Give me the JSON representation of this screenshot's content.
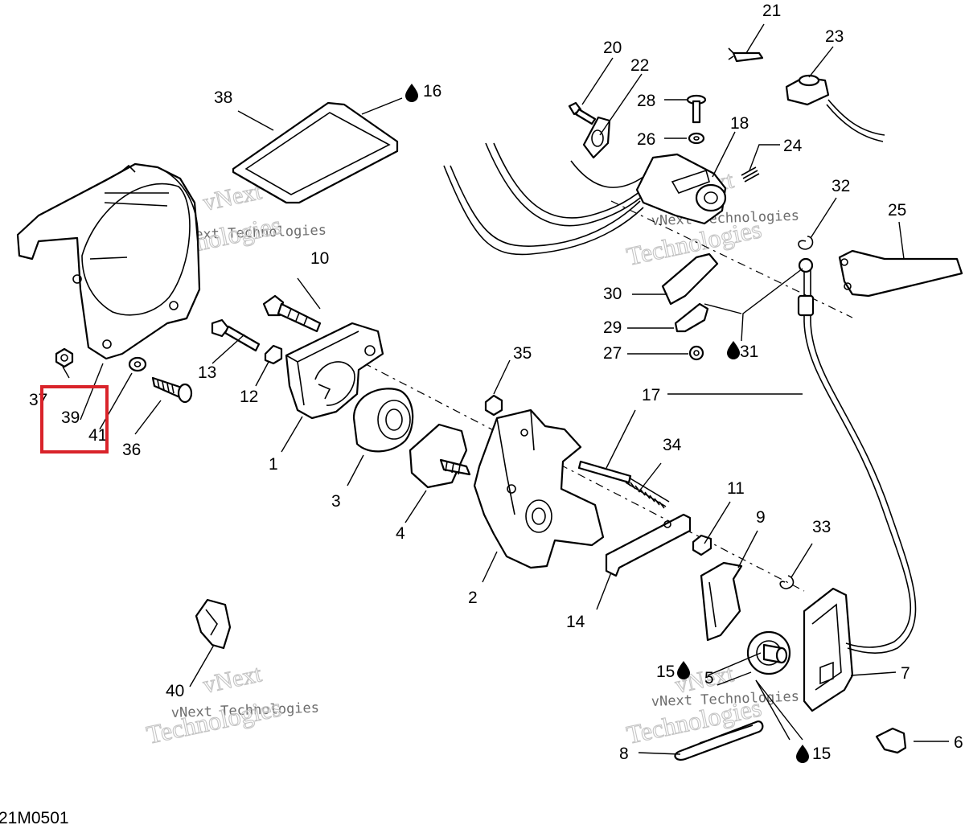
{
  "diagram": {
    "figure_code": "21M0501",
    "watermark": {
      "line1": "vNext",
      "line2": "vNext Technologies",
      "line3": "Technologies"
    },
    "highlight_color": "#d9232a",
    "callouts": [
      {
        "id": "c1",
        "text": "1"
      },
      {
        "id": "c2",
        "text": "2"
      },
      {
        "id": "c3",
        "text": "3"
      },
      {
        "id": "c4",
        "text": "4"
      },
      {
        "id": "c5",
        "text": "5"
      },
      {
        "id": "c6",
        "text": "6"
      },
      {
        "id": "c7",
        "text": "7"
      },
      {
        "id": "c8",
        "text": "8"
      },
      {
        "id": "c9",
        "text": "9"
      },
      {
        "id": "c10",
        "text": "10"
      },
      {
        "id": "c11",
        "text": "11"
      },
      {
        "id": "c12",
        "text": "12"
      },
      {
        "id": "c13",
        "text": "13"
      },
      {
        "id": "c14",
        "text": "14"
      },
      {
        "id": "c15a",
        "text": "15",
        "lubricant_icon": true
      },
      {
        "id": "c15b",
        "text": "15",
        "lubricant_icon": true
      },
      {
        "id": "c16",
        "text": "16",
        "lubricant_icon": true
      },
      {
        "id": "c17",
        "text": "17"
      },
      {
        "id": "c17b",
        "text": "17"
      },
      {
        "id": "c18",
        "text": "18"
      },
      {
        "id": "c20",
        "text": "20"
      },
      {
        "id": "c21",
        "text": "21"
      },
      {
        "id": "c22",
        "text": "22"
      },
      {
        "id": "c23",
        "text": "23"
      },
      {
        "id": "c24",
        "text": "24"
      },
      {
        "id": "c25",
        "text": "25"
      },
      {
        "id": "c26",
        "text": "26"
      },
      {
        "id": "c27",
        "text": "27"
      },
      {
        "id": "c28",
        "text": "28"
      },
      {
        "id": "c29",
        "text": "29"
      },
      {
        "id": "c30",
        "text": "30"
      },
      {
        "id": "c31",
        "text": "31",
        "lubricant_icon": true
      },
      {
        "id": "c32",
        "text": "32"
      },
      {
        "id": "c33",
        "text": "33"
      },
      {
        "id": "c34",
        "text": "34"
      },
      {
        "id": "c35",
        "text": "35"
      },
      {
        "id": "c36",
        "text": "36"
      },
      {
        "id": "c37",
        "text": "37"
      },
      {
        "id": "c39",
        "text": "39",
        "highlighted": true
      },
      {
        "id": "c40",
        "text": "40"
      },
      {
        "id": "c41",
        "text": "41",
        "highlighted": true
      }
    ]
  }
}
